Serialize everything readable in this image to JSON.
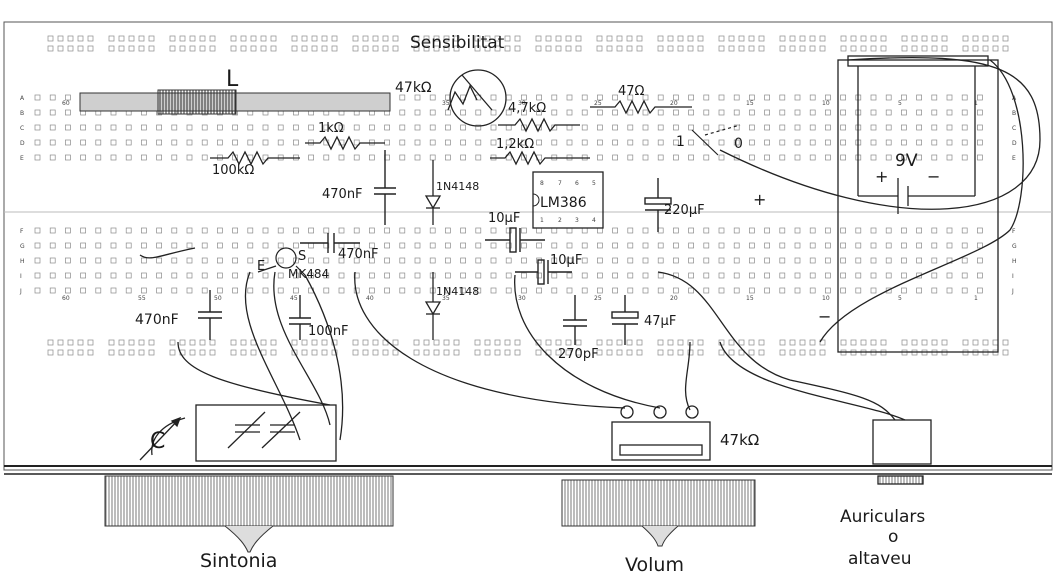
{
  "title": "Sensibilitat",
  "labels": {
    "coil": "L",
    "pot_sens": "47kΩ",
    "r_47k": "4,7kΩ",
    "r_47": "47Ω",
    "r_1k": "1kΩ",
    "r_100": "100kΩ",
    "r_12k": "1,2kΩ",
    "switch_on": "1",
    "switch_off": "0",
    "battery": "9V",
    "batt_plus": "+",
    "batt_minus": "−",
    "supply_plus": "+",
    "supply_minus": "−",
    "c_470_a": "470nF",
    "c_470_b": "470nF",
    "c_470_c": "470nF",
    "c_100": "100nF",
    "c_270": "270pF",
    "c_10_a": "10μF",
    "c_10_b": "10μF",
    "c_220": "220μF",
    "c_47u": "47μF",
    "diode_1": "1N4148",
    "diode_2": "1N4148",
    "ic": "LM386",
    "ic_pins_top": [
      "8",
      "7",
      "6",
      "5"
    ],
    "ic_pins_bottom": [
      "1",
      "2",
      "3",
      "4"
    ],
    "transistor_e": "E",
    "transistor_s": "S",
    "mic": "MK484",
    "var_cap": "C",
    "pot_vol": "47kΩ",
    "knob_tune": "Sintonia",
    "knob_vol": "Volum",
    "output": "Auriculars\no\naltaveu"
  },
  "board": {
    "row_letters": [
      "A",
      "B",
      "C",
      "D",
      "E",
      "F",
      "G",
      "H",
      "I",
      "J"
    ],
    "col_numbers": [
      "60",
      "55",
      "50",
      "45",
      "40",
      "35",
      "30",
      "25",
      "20",
      "15",
      "10",
      "5",
      "1"
    ]
  },
  "colors": {
    "ink": "#1a1a1a",
    "pencil": "#6b6b6b",
    "hole": "#8a8a8a"
  }
}
